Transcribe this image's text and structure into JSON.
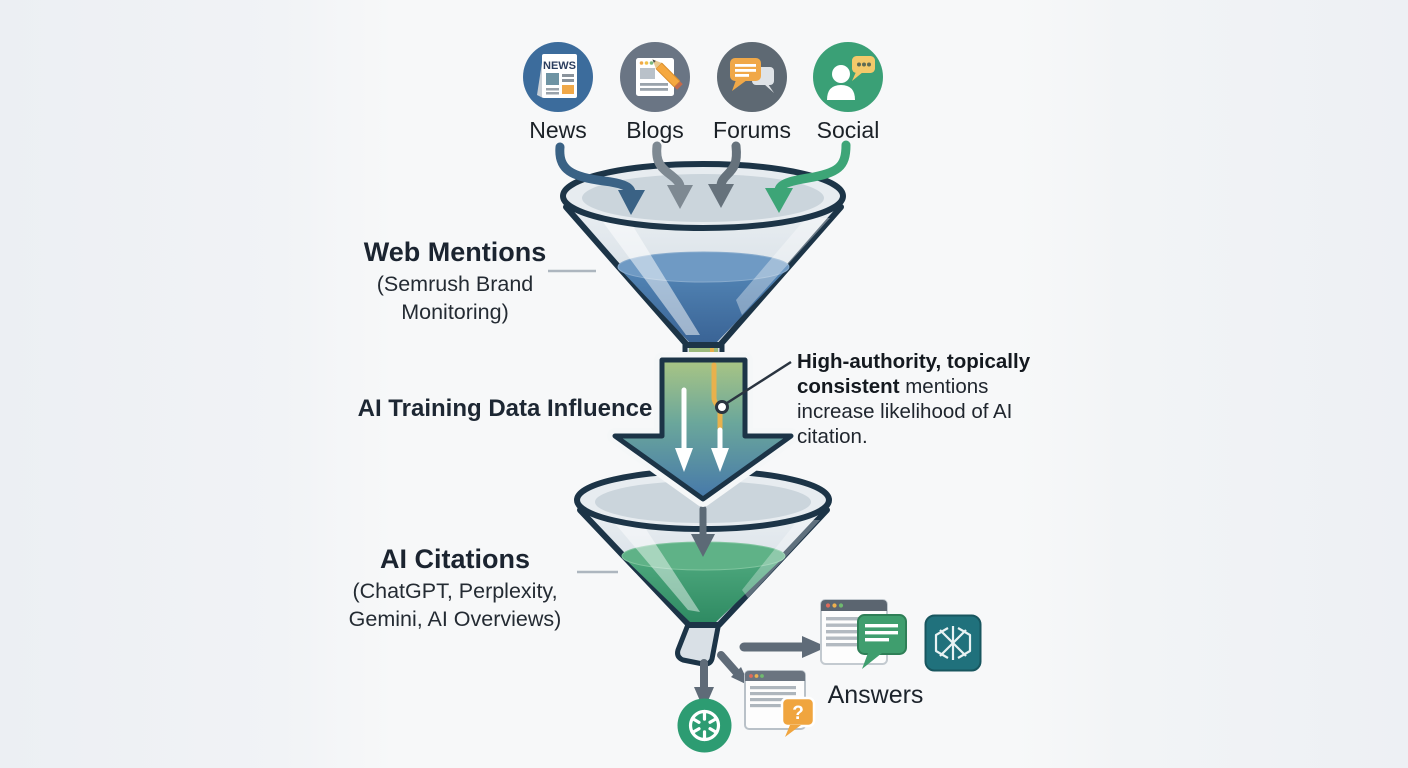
{
  "sources": {
    "items": [
      {
        "label": "News",
        "icon": "newspaper-icon",
        "icon_text": "NEWS"
      },
      {
        "label": "Blogs",
        "icon": "blog-pencil-icon"
      },
      {
        "label": "Forums",
        "icon": "chat-bubbles-icon"
      },
      {
        "label": "Social",
        "icon": "person-chat-icon"
      }
    ]
  },
  "funnel_web_mentions": {
    "title": "Web Mentions",
    "subtitle": "(Semrush Brand Monitoring)"
  },
  "flow_label": "AI Training Data Influence",
  "callout": {
    "bold": "High-authority, topically consistent",
    "rest": " mentions increase likelihood of AI citation."
  },
  "funnel_ai_citations": {
    "title": "AI Citations",
    "subtitle": "(ChatGPT, Perplexity, Gemini, AI Overviews)"
  },
  "outputs": {
    "answers_label": "Answers",
    "question_mark": "?",
    "icons": [
      "openai-knot-icon",
      "browser-question-chat-icon",
      "browser-answer-chat-icon",
      "perplexity-starburst-icon"
    ]
  },
  "colors": {
    "background": "#f2f4f7",
    "outline_navy": "#1c3447",
    "news_blue": "#3c6c9c",
    "blogs_gray": "#6a7584",
    "forums_slate": "#5e6973",
    "social_green": "#3aa076",
    "arrow_blue": "#3a6285",
    "arrow_gray": "#7e8992",
    "arrow_slate": "#66727c",
    "arrow_green": "#3da577",
    "liquid_blue": "#4a7cae",
    "liquid_green": "#41a077",
    "flow_top_green": "#a9c584",
    "flow_mid_teal": "#6ba79b",
    "flow_bottom_blue": "#4678aa",
    "accent_orange": "#f0a848",
    "chatgpt_green": "#2d9c72",
    "perplexity_teal": "#20717c",
    "answer_bubble_green": "#3f9e6e",
    "text_dark": "#1d242c"
  }
}
